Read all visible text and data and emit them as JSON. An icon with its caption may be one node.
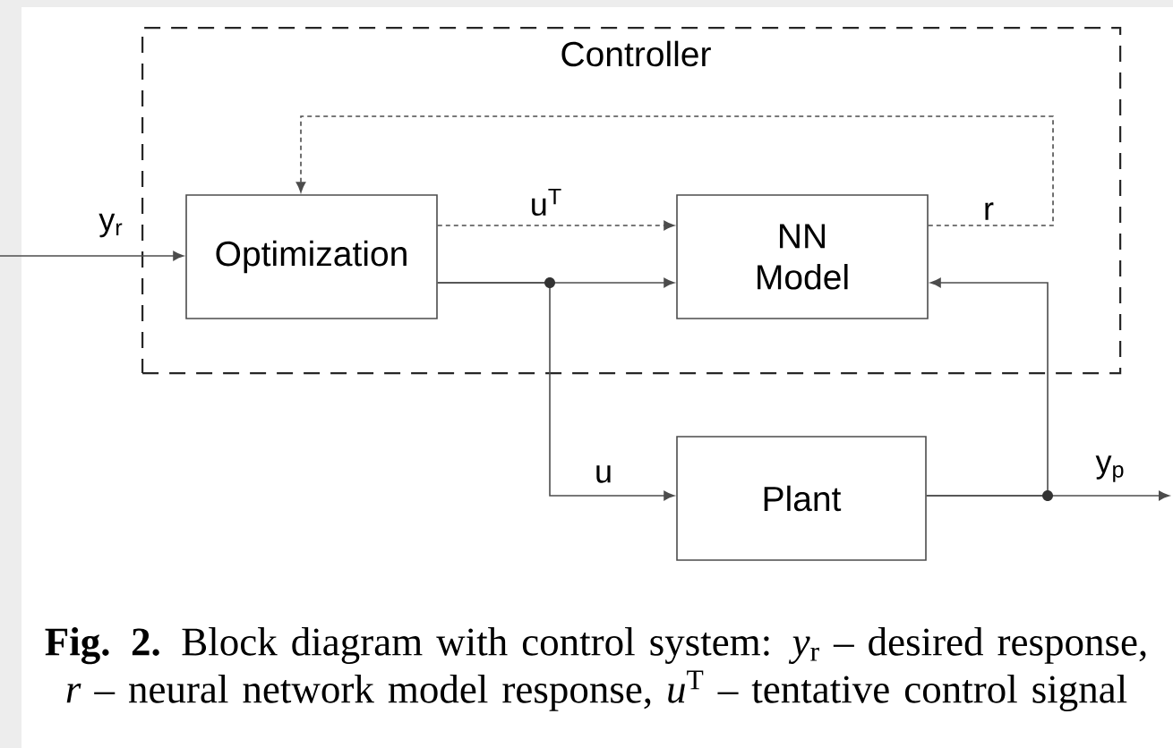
{
  "diagram": {
    "caption": "**Fig. 2.** Block diagram with control system: *y*$_{r}$ – desired response, *r* – neural network model response, *u*$^{T}$ – tentative control signal",
    "nodes": [
      {
        "text": [
          "Controller"
        ]
      },
      {
        "text": [
          "Optimization"
        ],
        "in": 0
      },
      {
        "text": [
          "NN Model"
        ],
        "in": 0
      },
      {
        "text": [
          "Plant"
        ]
      }
    ],
    "edges": [
      {
        "from": null,
        "to": 1,
        "arrow": "to",
        "label": "y$_{r}$"
      },
      {
        "from": 1,
        "to": 2,
        "arrow": "to",
        "style": "dashed",
        "label": "u$^{T}$"
      },
      {
        "from": 2,
        "to": 1,
        "arrow": "to",
        "style": "dashed",
        "label": "r"
      },
      {
        "from": 1,
        "to": 2,
        "arrow": "to"
      },
      {
        "from": 1,
        "to": 3,
        "arrow": "to",
        "label": "u"
      },
      {
        "from": 3,
        "to": 2,
        "arrow": "to"
      },
      {
        "from": 3,
        "to": null,
        "arrow": "to",
        "label": "y$_{p}$"
      }
    ]
  }
}
